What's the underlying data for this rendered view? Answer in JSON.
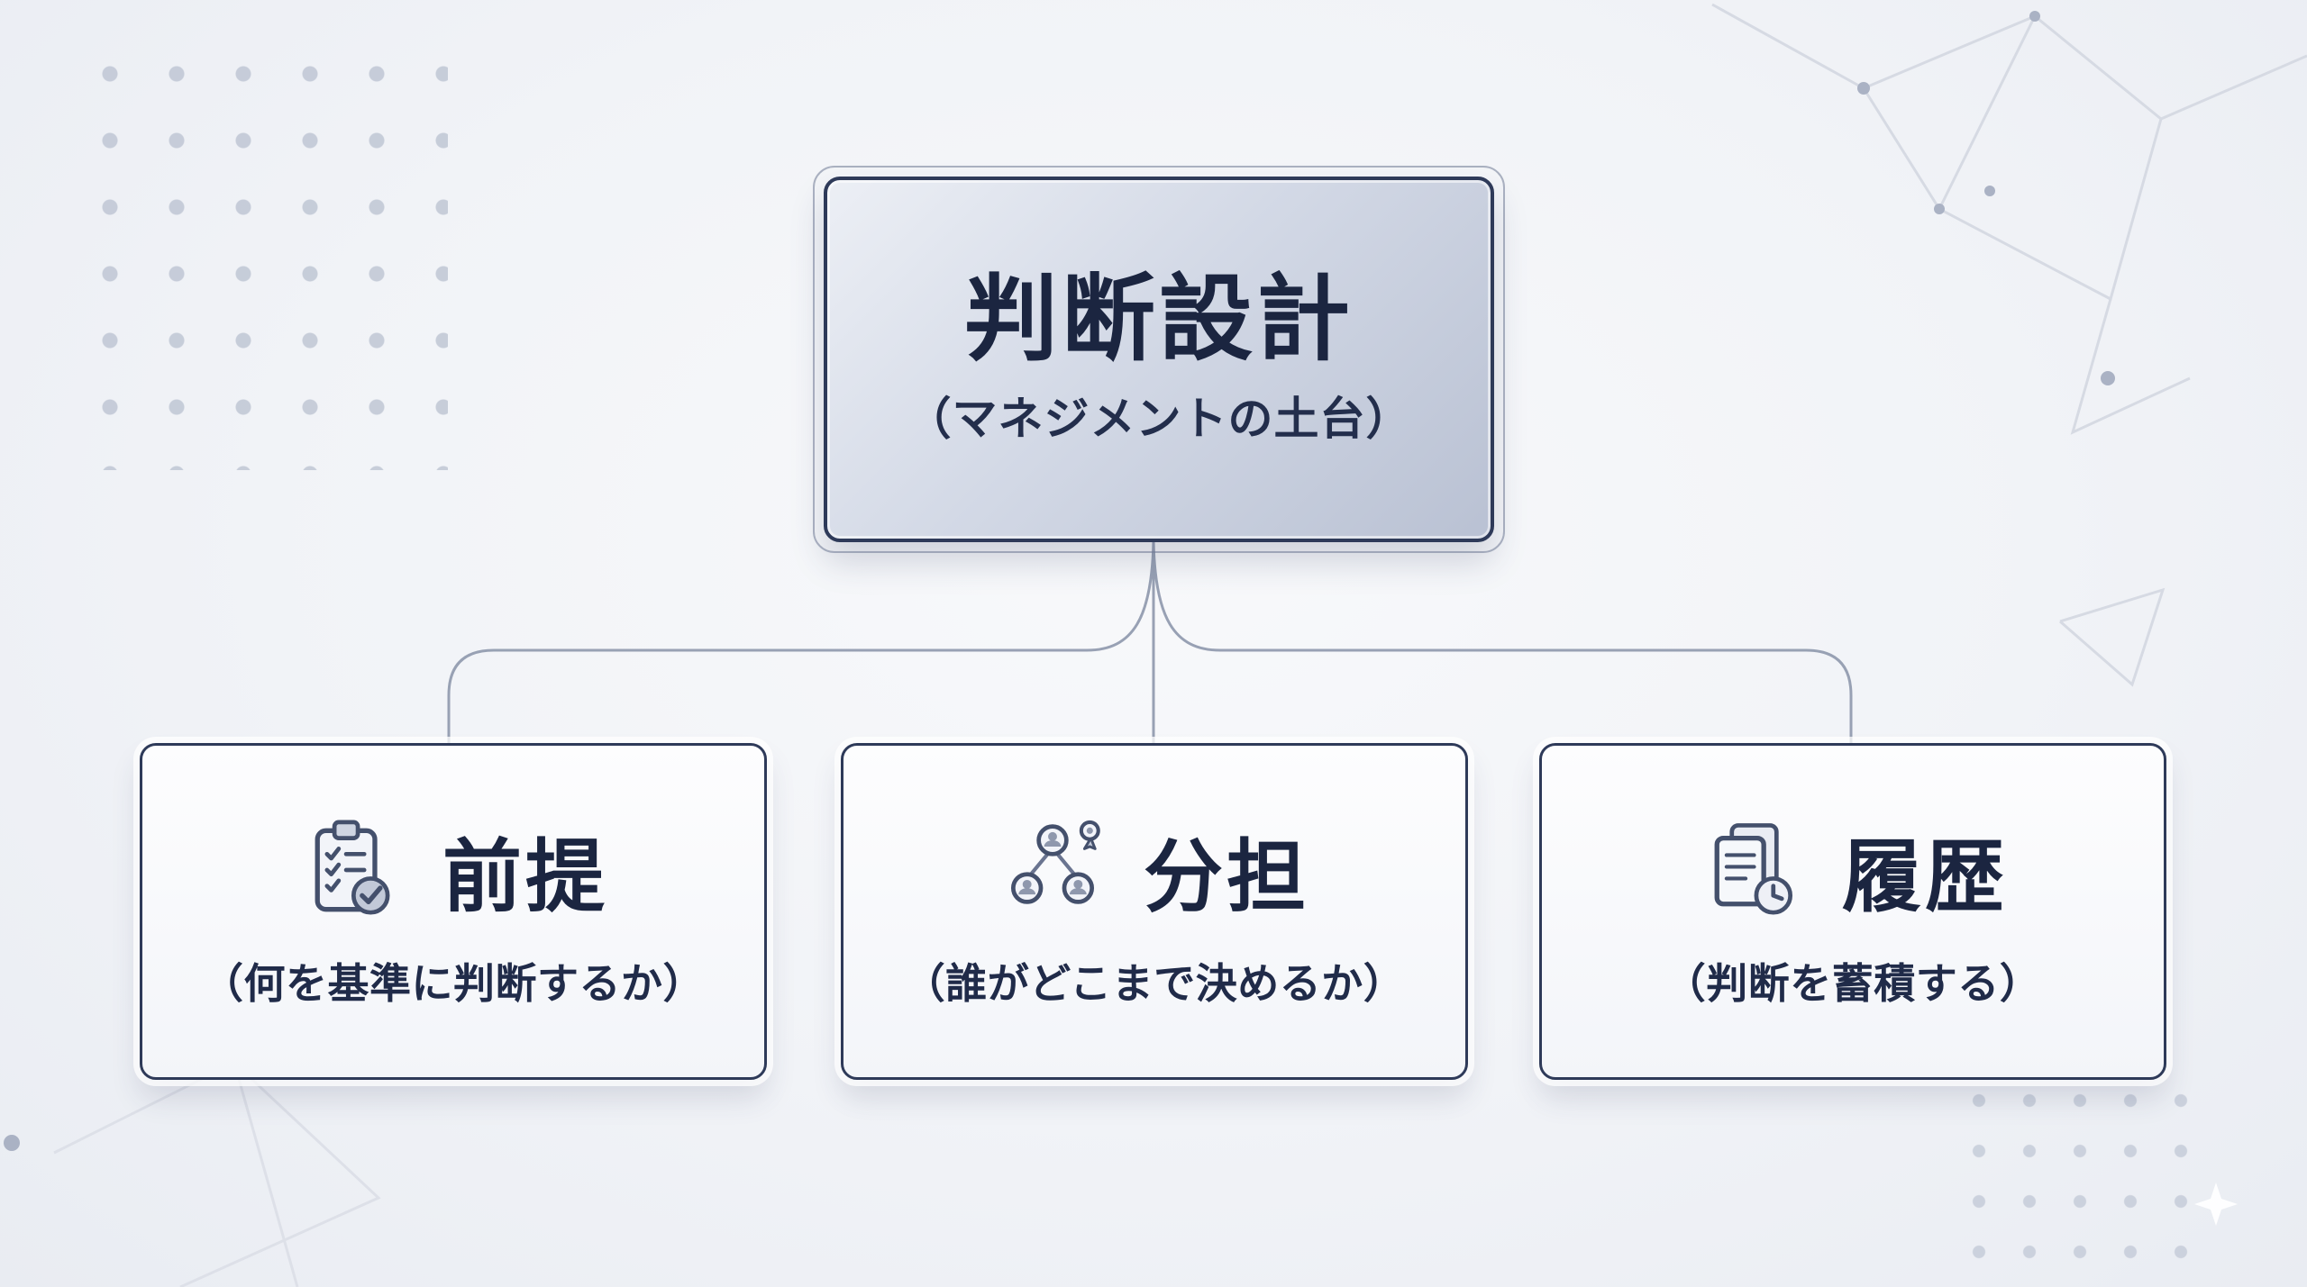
{
  "diagram": {
    "root": {
      "title": "判断設計",
      "subtitle": "（マネジメントの土台）"
    },
    "children": [
      {
        "title": "前提",
        "subtitle": "（何を基準に判断するか）",
        "icon": "clipboard-check-icon"
      },
      {
        "title": "分担",
        "subtitle": "（誰がどこまで決めるか）",
        "icon": "org-people-award-icon"
      },
      {
        "title": "履歴",
        "subtitle": "（判断を蓄積する）",
        "icon": "documents-history-icon"
      }
    ],
    "colors": {
      "node_border": "#2e3a59",
      "text": "#1b2540",
      "connector": "#98a1b4",
      "root_fill_top": "#eceff5",
      "root_fill_bottom": "#b9c1d3",
      "child_fill": "#f8f9fc",
      "background": "#f1f3f7"
    }
  }
}
